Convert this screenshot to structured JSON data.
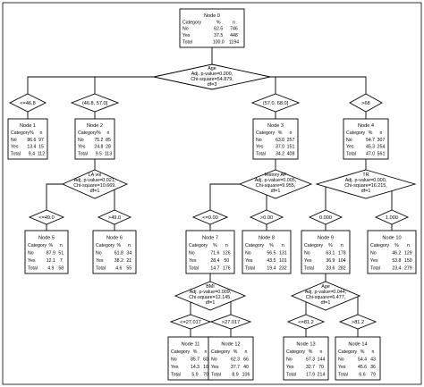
{
  "colors": {
    "line": "#000000",
    "box_fill": "#ffffff"
  },
  "nodes": {
    "n0": {
      "title": "Node 0",
      "header": [
        "Category",
        "%",
        "n"
      ],
      "rows": [
        [
          "No",
          "62.5",
          "746"
        ],
        [
          "Yes",
          "37.5",
          "448"
        ],
        [
          "Total",
          "100.0",
          "1194"
        ]
      ]
    },
    "n1": {
      "title": "Node 1",
      "header": [
        "Category",
        "%",
        "n"
      ],
      "rows": [
        [
          "No",
          "86.6",
          "97"
        ],
        [
          "Yes",
          "13.4",
          "15"
        ],
        [
          "Total",
          "9.4",
          "112"
        ]
      ]
    },
    "n2": {
      "title": "Node 2",
      "header": [
        "Category",
        "%",
        "n"
      ],
      "rows": [
        [
          "No",
          "75.2",
          "85"
        ],
        [
          "Yes",
          "24.8",
          "28"
        ],
        [
          "Total",
          "9.5",
          "113"
        ]
      ]
    },
    "n3": {
      "title": "Node 3",
      "header": [
        "Category",
        "%",
        "n"
      ],
      "rows": [
        [
          "No",
          "63.0",
          "257"
        ],
        [
          "Yes",
          "37.0",
          "151"
        ],
        [
          "Total",
          "34.2",
          "408"
        ]
      ]
    },
    "n4": {
      "title": "Node 4",
      "header": [
        "Category",
        "%",
        "n"
      ],
      "rows": [
        [
          "No",
          "54.7",
          "307"
        ],
        [
          "Yes",
          "45.3",
          "254"
        ],
        [
          "Total",
          "47.0",
          "561"
        ]
      ]
    },
    "n5": {
      "title": "Node 5",
      "header": [
        "Category",
        "%",
        "n"
      ],
      "rows": [
        [
          "No",
          "87.9",
          "51"
        ],
        [
          "Yes",
          "12.1",
          "7"
        ],
        [
          "Total",
          "4.9",
          "58"
        ]
      ]
    },
    "n6": {
      "title": "Node 6",
      "header": [
        "Category",
        "%",
        "n"
      ],
      "rows": [
        [
          "No",
          "61.8",
          "34"
        ],
        [
          "Yes",
          "38.2",
          "21"
        ],
        [
          "Total",
          "4.6",
          "55"
        ]
      ]
    },
    "n7": {
      "title": "Node 7",
      "header": [
        "Category",
        "%",
        "n"
      ],
      "rows": [
        [
          "No",
          "71.6",
          "126"
        ],
        [
          "Yes",
          "28.4",
          "50"
        ],
        [
          "Total",
          "14.7",
          "176"
        ]
      ]
    },
    "n8": {
      "title": "Node 8",
      "header": [
        "Category",
        "%",
        "n"
      ],
      "rows": [
        [
          "No",
          "56.5",
          "131"
        ],
        [
          "Yes",
          "43.5",
          "101"
        ],
        [
          "Total",
          "19.4",
          "232"
        ]
      ]
    },
    "n9": {
      "title": "Node 9",
      "header": [
        "Category",
        "%",
        "n"
      ],
      "rows": [
        [
          "No",
          "63.1",
          "178"
        ],
        [
          "Yes",
          "36.9",
          "104"
        ],
        [
          "Total",
          "23.6",
          "282"
        ]
      ]
    },
    "n10": {
      "title": "Node 10",
      "header": [
        "Category",
        "%",
        "n"
      ],
      "rows": [
        [
          "No",
          "46.2",
          "129"
        ],
        [
          "Yes",
          "53.8",
          "150"
        ],
        [
          "Total",
          "23.4",
          "279"
        ]
      ]
    },
    "n11": {
      "title": "Node 11",
      "header": [
        "Category",
        "%",
        "n"
      ],
      "rows": [
        [
          "No",
          "85.7",
          "60"
        ],
        [
          "Yes",
          "14.3",
          "10"
        ],
        [
          "Total",
          "5.9",
          "70"
        ]
      ]
    },
    "n12": {
      "title": "Node 12",
      "header": [
        "Category",
        "%",
        "n"
      ],
      "rows": [
        [
          "No",
          "62.3",
          "66"
        ],
        [
          "Yes",
          "37.7",
          "40"
        ],
        [
          "Total",
          "8.9",
          "106"
        ]
      ]
    },
    "n13": {
      "title": "Node 13",
      "header": [
        "Category",
        "%",
        "n"
      ],
      "rows": [
        [
          "No",
          "67.3",
          "144"
        ],
        [
          "Yes",
          "32.7",
          "70"
        ],
        [
          "Total",
          "17.9",
          "214"
        ]
      ]
    },
    "n14": {
      "title": "Node 14",
      "header": [
        "Category",
        "%",
        "n"
      ],
      "rows": [
        [
          "No",
          "54.4",
          "43"
        ],
        [
          "Yes",
          "45.6",
          "36"
        ],
        [
          "Total",
          "6.6",
          "79"
        ]
      ]
    }
  },
  "splits": {
    "age": {
      "lines": [
        "Age",
        "Adj. p-value=0.000,",
        "Chi-square=54.879,",
        "df=3"
      ]
    },
    "lavol": {
      "lines": [
        "LA vol",
        "Adj. p-value=0.021,",
        "Chi-square=10.669,",
        "df=1"
      ]
    },
    "historyaf": {
      "lines": [
        "History AF",
        "Adj. p-value=0.005,",
        "Chi-square=9.955,",
        "df=1"
      ]
    },
    "tr": {
      "lines": [
        "TR",
        "Adj. p-value=0.000,",
        "Chi-square=16.215,",
        "df=1"
      ]
    },
    "bmi": {
      "lines": [
        "BMI",
        "Adj. p-value=0.009,",
        "Chi-square=12.145,",
        "df=1"
      ]
    },
    "age2": {
      "lines": [
        "Age",
        "Adj. p-value=0.044,",
        "Chi-square=6.477,",
        "df=1"
      ]
    }
  },
  "branches": {
    "age_le46": "<=46.8",
    "age_46_57": "(46.8, 57.0]",
    "age_57_68": "(57.0, 68.0]",
    "age_gt68": ">68",
    "lavol_le49": "<=49.0",
    "lavol_gt49": ">49.0",
    "haf_le0": "<=0.00",
    "haf_gt0": ">0.00",
    "tr_0": "0.000",
    "tr_1": "1.000",
    "bmi_le": "<=27.017",
    "bmi_gt": ">27.017",
    "age2_le": "<=81.2",
    "age2_gt": ">81.2"
  }
}
